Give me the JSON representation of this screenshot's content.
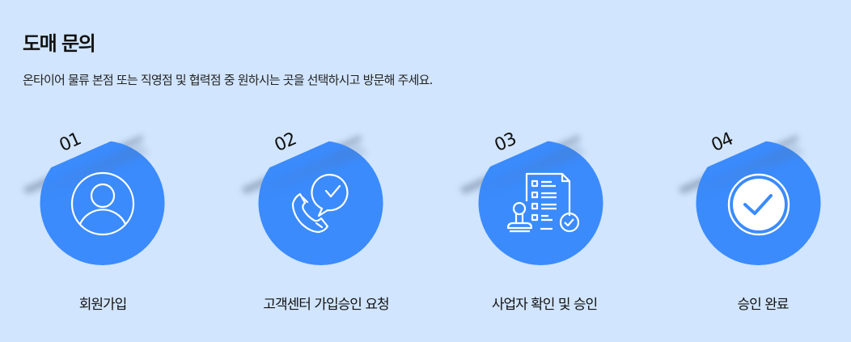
{
  "header": {
    "title": "도매 문의",
    "subtitle": "온타이어 물류 본점 또는 직영점 및 협력점 중 원하시는 곳을 선택하시고 방문해 주세요."
  },
  "colors": {
    "background": "#d1e5fe",
    "circle": "#3b8bfd",
    "icon_stroke": "#ffffff"
  },
  "steps": [
    {
      "number": "01",
      "label": "회원가입",
      "icon": "user-profile-icon"
    },
    {
      "number": "02",
      "label": "고객센터 가입승인 요청",
      "icon": "phone-check-icon"
    },
    {
      "number": "03",
      "label": "사업자 확인 및 승인",
      "icon": "document-stamp-icon"
    },
    {
      "number": "04",
      "label": "승인 완료",
      "icon": "check-circle-icon"
    }
  ]
}
